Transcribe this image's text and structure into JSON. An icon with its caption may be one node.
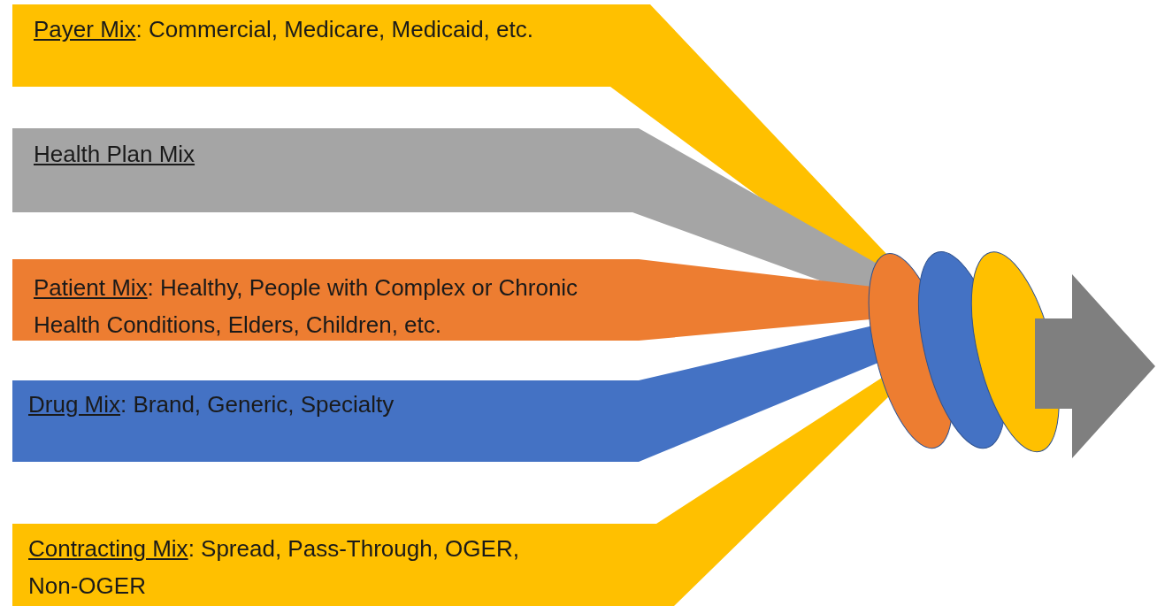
{
  "diagram": {
    "nodes": [
      {
        "text": [
          "Payer Mix",
          ": Commercial, Medicare, Medicaid, etc."
        ]
      },
      {
        "text": [
          "Health Plan Mix"
        ]
      },
      {
        "text": [
          "Patient Mix",
          ": Healthy, People with Complex or Chronic Health Conditions, Elders, Children, etc."
        ]
      },
      {
        "text": [
          "Drug Mix",
          ": Brand, Generic, Specialty"
        ]
      },
      {
        "text": [
          "Contracting Mix",
          ": Spread, Pass-Through, OGER, Non-OGER"
        ]
      },
      {
        "text": [],
        "shape": "ellipse"
      },
      {
        "text": [],
        "shape": "ellipse"
      },
      {
        "text": [],
        "shape": "ellipse"
      },
      {
        "text": [],
        "shape": "arrow"
      }
    ]
  }
}
